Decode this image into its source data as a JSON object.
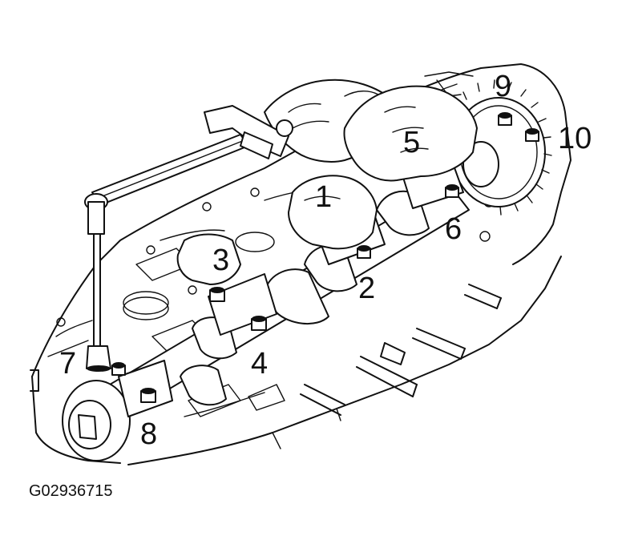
{
  "figure": {
    "callouts": [
      "1",
      "2",
      "3",
      "4",
      "5",
      "6",
      "7",
      "8",
      "9",
      "10"
    ],
    "code": "G02936715"
  }
}
